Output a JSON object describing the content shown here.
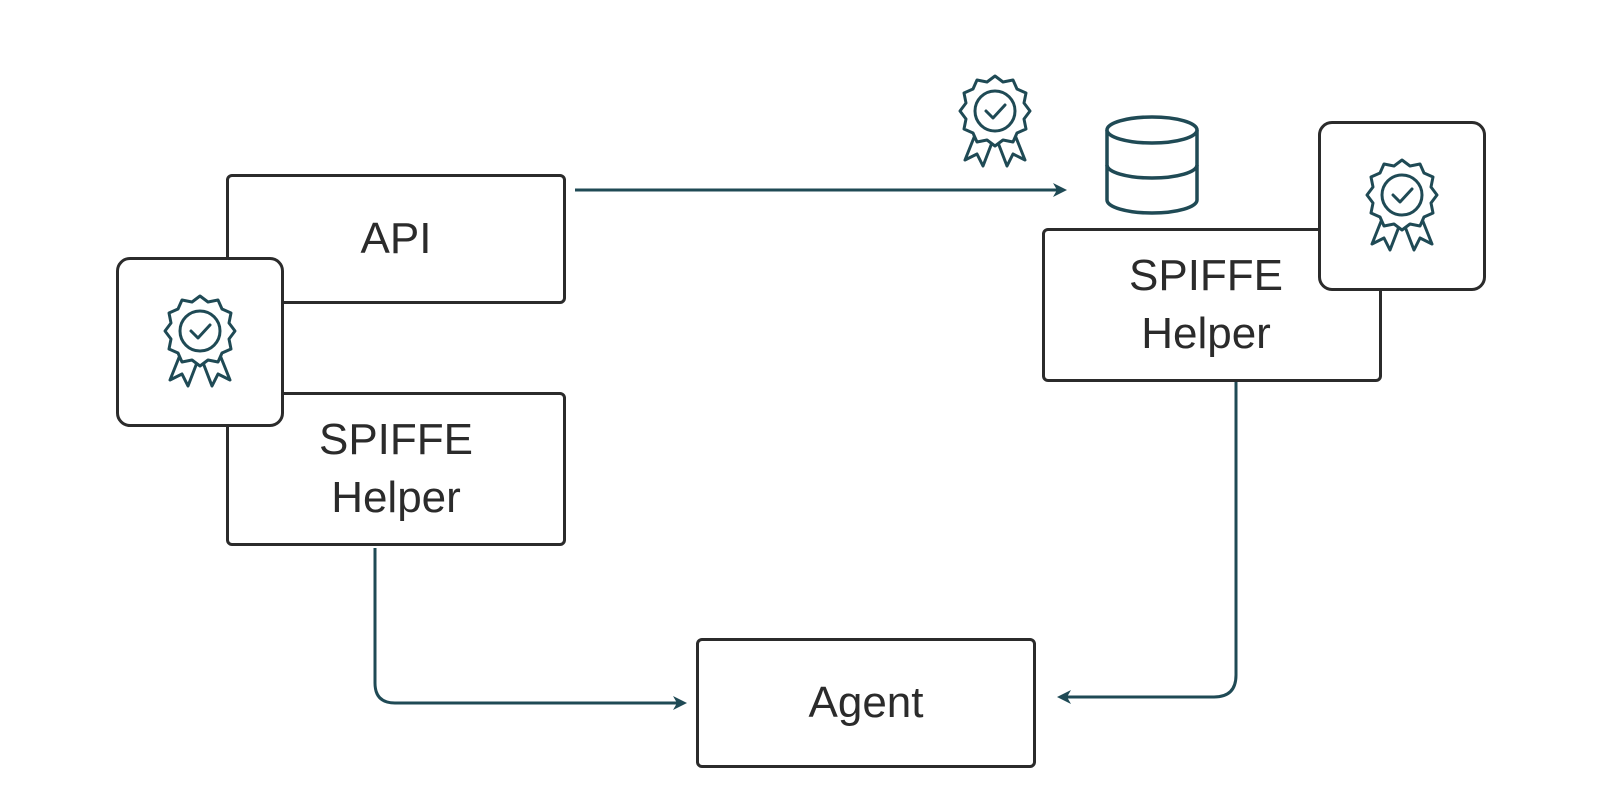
{
  "diagram": {
    "nodes": {
      "api": {
        "label": "API"
      },
      "left_helper": {
        "label": "SPIFFE\nHelper"
      },
      "right_helper": {
        "label": "SPIFFE\nHelper"
      },
      "agent": {
        "label": "Agent"
      }
    },
    "icons": {
      "certificate": "certificate-badge-icon",
      "database": "database-icon"
    },
    "colors": {
      "stroke": "#2b2b2b",
      "connector": "#1f4a55",
      "icon": "#1f4a55",
      "background": "#ffffff"
    }
  }
}
